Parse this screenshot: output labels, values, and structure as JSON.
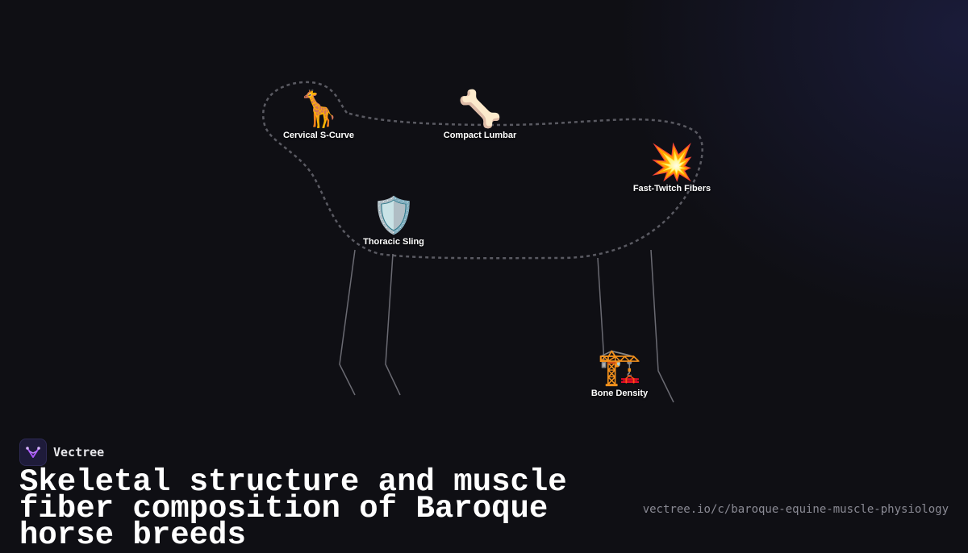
{
  "brand": {
    "name": "Vectree",
    "accent": "#a855f7"
  },
  "title": "Skeletal structure and muscle fiber composition of Baroque horse breeds",
  "url": "vectree.io/c/baroque-equine-muscle-physiology",
  "nodes": [
    {
      "label": "Cervical S-Curve",
      "icon": "🦒",
      "icon_name": "giraffe-icon"
    },
    {
      "label": "Compact Lumbar",
      "icon": "🦴",
      "icon_name": "bone-icon"
    },
    {
      "label": "Fast-Twitch Fibers",
      "icon": "💥",
      "icon_name": "collision-icon"
    },
    {
      "label": "Thoracic Sling",
      "icon": "🛡️",
      "icon_name": "shield-icon"
    },
    {
      "label": "Bone Density",
      "icon": "🏗️",
      "icon_name": "crane-icon"
    }
  ],
  "colors": {
    "background": "#0f0f14",
    "outline": "#5a5a62",
    "legs": "#6a6a72"
  }
}
